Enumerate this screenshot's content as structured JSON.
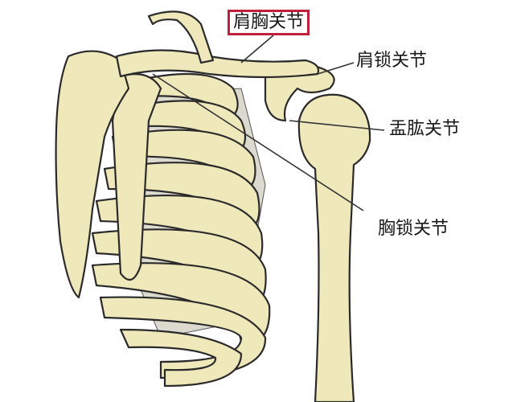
{
  "labels": {
    "scapulothoracic": "肩胸关节",
    "acromioclavicular": "肩锁关节",
    "glenohumeral": "盂肱关节",
    "sternoclavicular": "胸锁关节"
  },
  "colors": {
    "highlight_box": "#c0203a",
    "bone": "#efe8bb"
  }
}
